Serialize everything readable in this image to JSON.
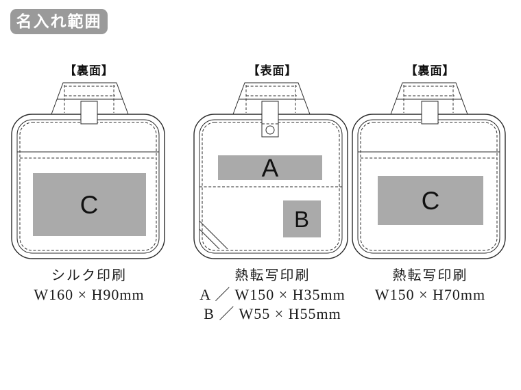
{
  "title_badge": "名入れ範囲",
  "colors": {
    "badge_bg": "#9a9a9a",
    "area_fill": "#aaaaaa",
    "line": "#2b2b2b"
  },
  "bags": [
    {
      "side_label": "【裏面】",
      "area_label": "C",
      "caption": {
        "line1": "シルク印刷",
        "line2": "W160 × H90mm"
      }
    },
    {
      "side_label": "【表面】",
      "area_label_a": "A",
      "area_label_b": "B",
      "caption": {
        "line1": "熱転写印刷",
        "line2": "A ／ W150 × H35mm",
        "line3": "B ／ W55 × H55mm"
      }
    },
    {
      "side_label": "【裏面】",
      "area_label": "C",
      "caption": {
        "line1": "熱転写印刷",
        "line2": "W150 × H70mm"
      }
    }
  ]
}
